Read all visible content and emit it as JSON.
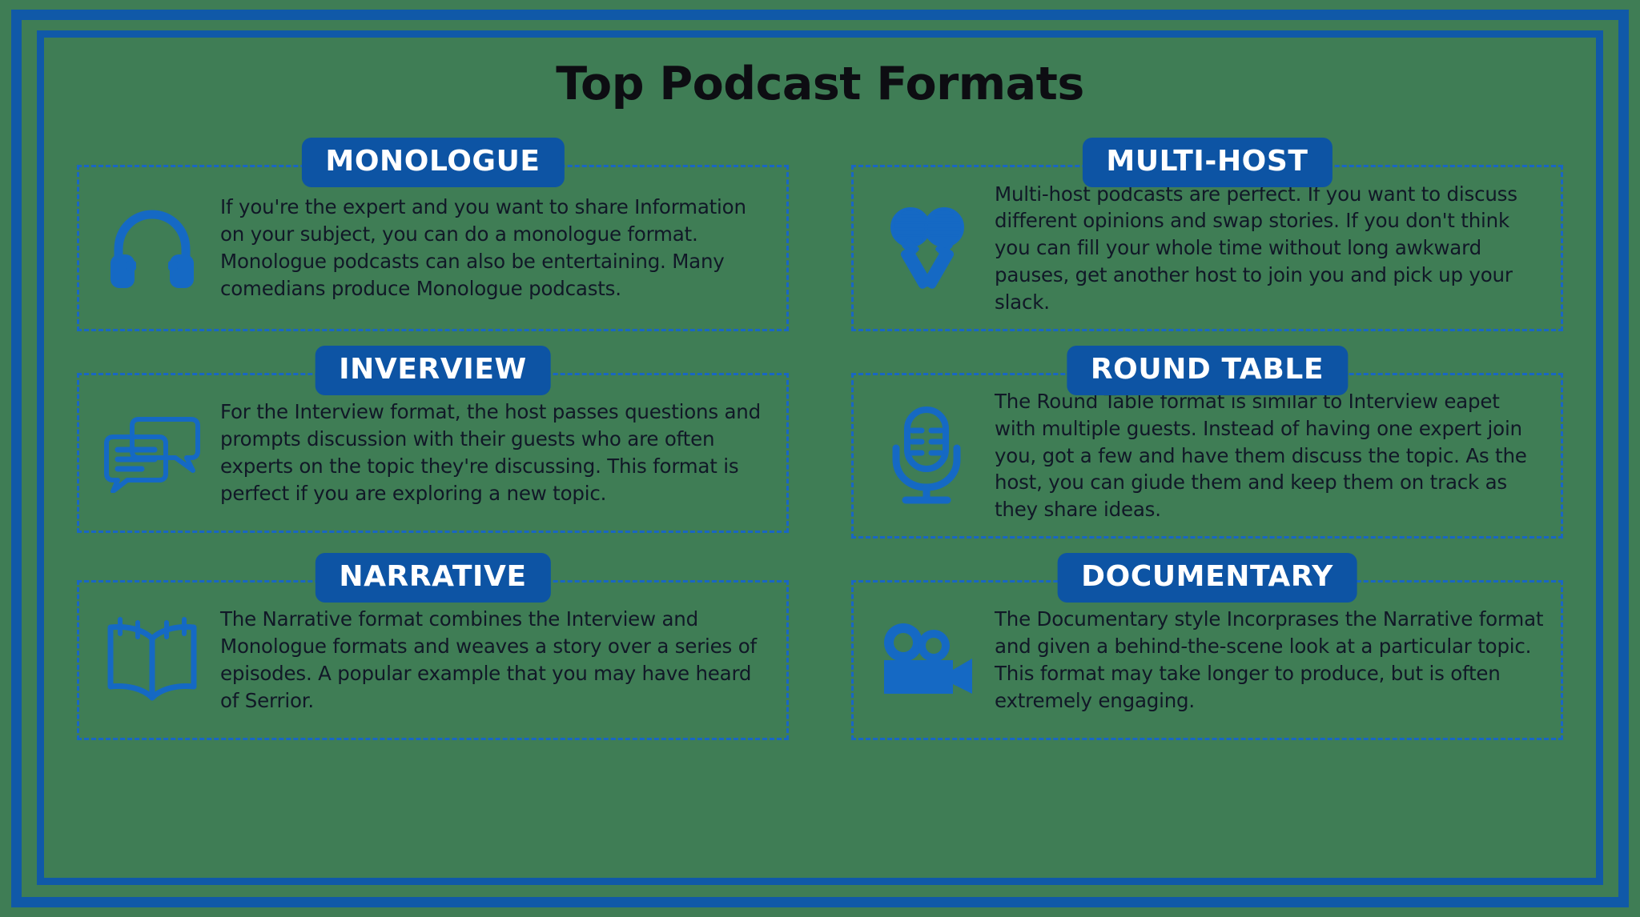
{
  "poster": {
    "title": "Top Podcast Formats",
    "colors": {
      "background": "#3f7d55",
      "frame": "#1059a8",
      "badge": "#0d54a4",
      "badge_text": "#ffffff",
      "dashed_border": "#1966c4",
      "icon": "#1569c4",
      "body_text": "#111827",
      "title_text": "#0d0d12"
    }
  },
  "cards": [
    {
      "badge": "MONOLOGUE",
      "icon": "headphones-icon",
      "text": "If you're the expert and you want to share Information on your subject, you can do a monologue format. Monologue podcasts can also be entertaining. Many comedians produce Monologue podcasts."
    },
    {
      "badge": "MULTI-HOST",
      "icon": "crossed-microphones-icon",
      "text": "Multi-host podcasts are perfect. If you want to discuss different opinions and swap stories. If you don't think you can fill your whole time without long awkward pauses, get another host to join you and pick up your slack."
    },
    {
      "badge": "INVERVIEW",
      "icon": "speech-bubbles-icon",
      "text": "For the Interview format, the host passes questions and prompts discussion with their guests who are often experts on the topic they're discussing. This format is perfect if you are exploring a new topic."
    },
    {
      "badge": "ROUND TABLE",
      "icon": "studio-microphone-icon",
      "text": "The Round Table format is similar to Interview eapet with multiple guests. Instead of having one expert join you, got a few and have them discuss the topic. As the host, you can giude them and keep them on track as they share ideas."
    },
    {
      "badge": "NARRATIVE",
      "icon": "open-book-icon",
      "text": "The Narrative format combines the Interview and Monologue formats and weaves a story over a series of episodes. A popular example that you may have heard of Serrior."
    },
    {
      "badge": "DOCUMENTARY",
      "icon": "movie-camera-icon",
      "text": "The Documentary style Incorprases the Narrative format and given a behind-the-scene look at a particular topic. This format may take longer to produce, but is often extremely engaging."
    }
  ]
}
